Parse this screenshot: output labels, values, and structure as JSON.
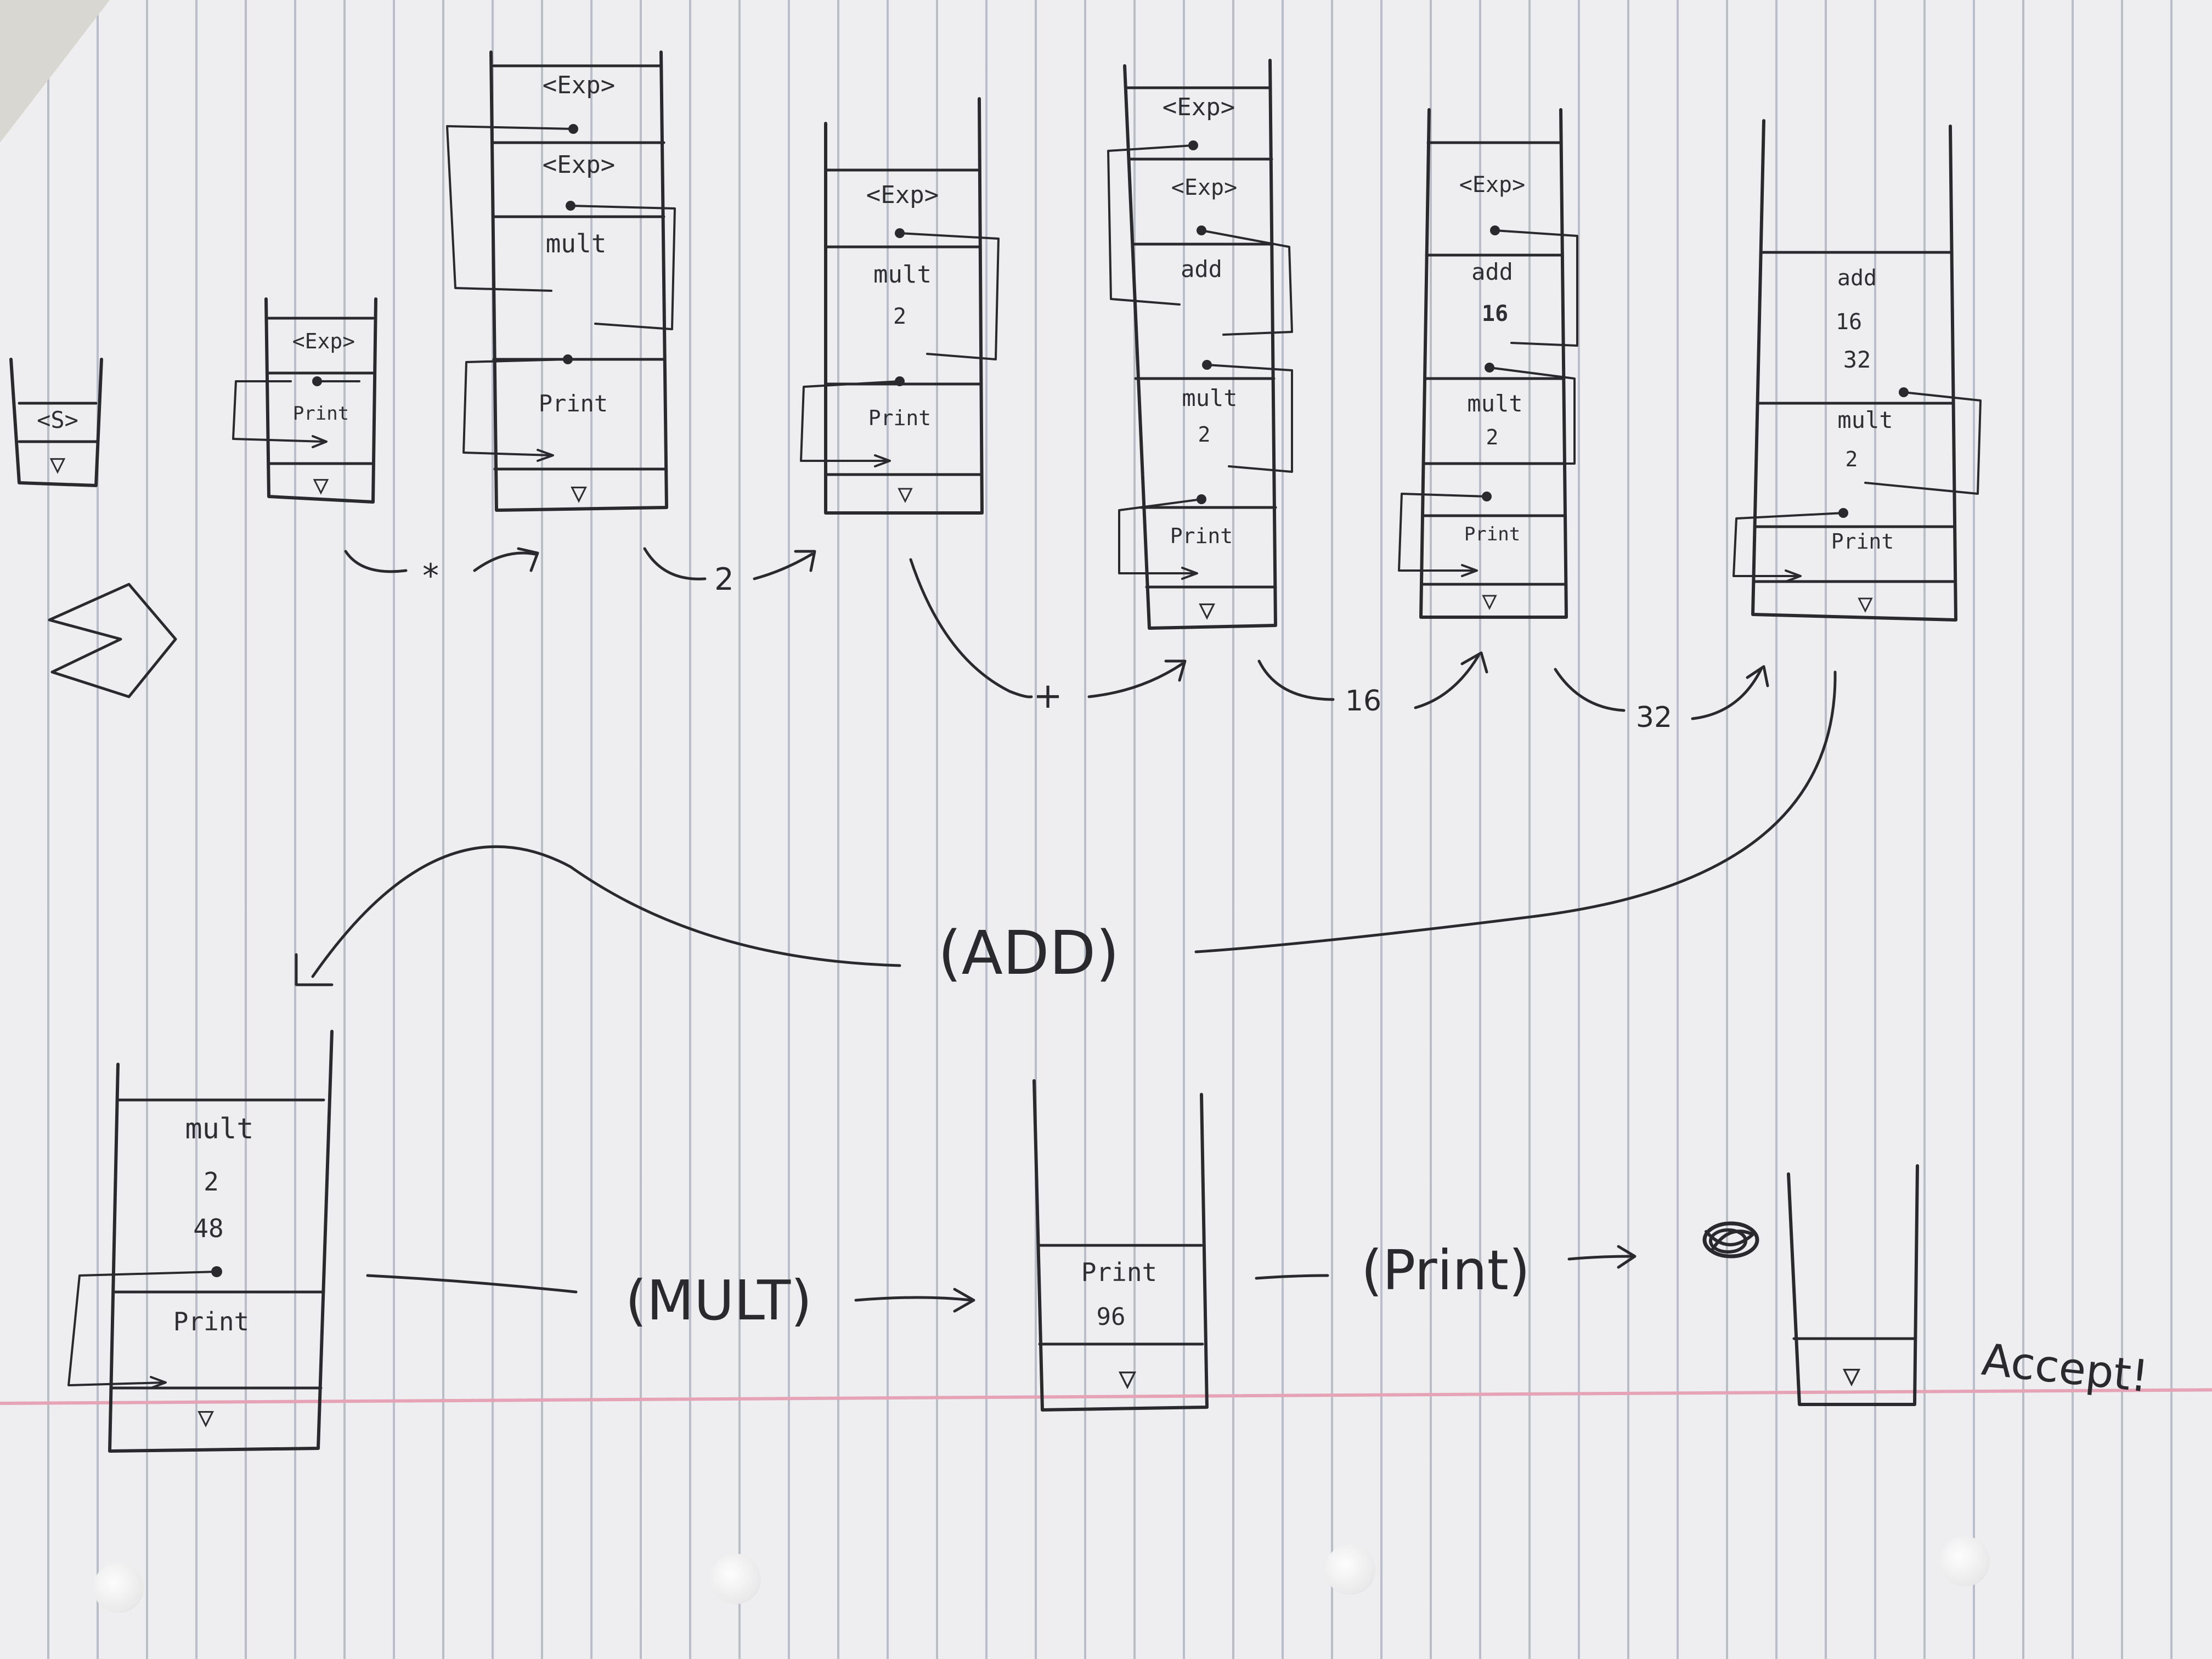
{
  "stacks": [
    {
      "id": "s0",
      "cells": [
        "<S>",
        "▽"
      ]
    },
    {
      "id": "s1",
      "cells": [
        "<Exp>",
        "Print",
        "▽"
      ]
    },
    {
      "id": "s2",
      "cells": [
        "<Exp>",
        "<Exp>",
        "mult",
        "Print",
        "▽"
      ]
    },
    {
      "id": "s3",
      "cells": [
        "<Exp>",
        "mult",
        "2",
        "Print",
        "▽"
      ]
    },
    {
      "id": "s4",
      "cells": [
        "<Exp>",
        "<Exp>",
        "add",
        "mult",
        "2",
        "Print",
        "▽"
      ]
    },
    {
      "id": "s5",
      "cells": [
        "<Exp>",
        "add",
        "16",
        "mult",
        "2",
        "Print",
        "▽"
      ]
    },
    {
      "id": "s6",
      "cells": [
        "add",
        "16",
        "32",
        "mult",
        "2",
        "Print",
        "▽"
      ]
    },
    {
      "id": "s7",
      "cells": [
        "mult",
        "2",
        "48",
        "Print",
        "▽"
      ]
    },
    {
      "id": "s8",
      "cells": [
        "Print",
        "96",
        "▽"
      ]
    },
    {
      "id": "s9",
      "cells": [
        "▽"
      ]
    }
  ],
  "transitions": {
    "t1": "*",
    "t2": "2",
    "t3": "+",
    "t4": "16",
    "t5": "32",
    "t6": "(ADD)",
    "t7": "(MULT)",
    "t8": "(Print)"
  },
  "accept_label": "Accept!"
}
